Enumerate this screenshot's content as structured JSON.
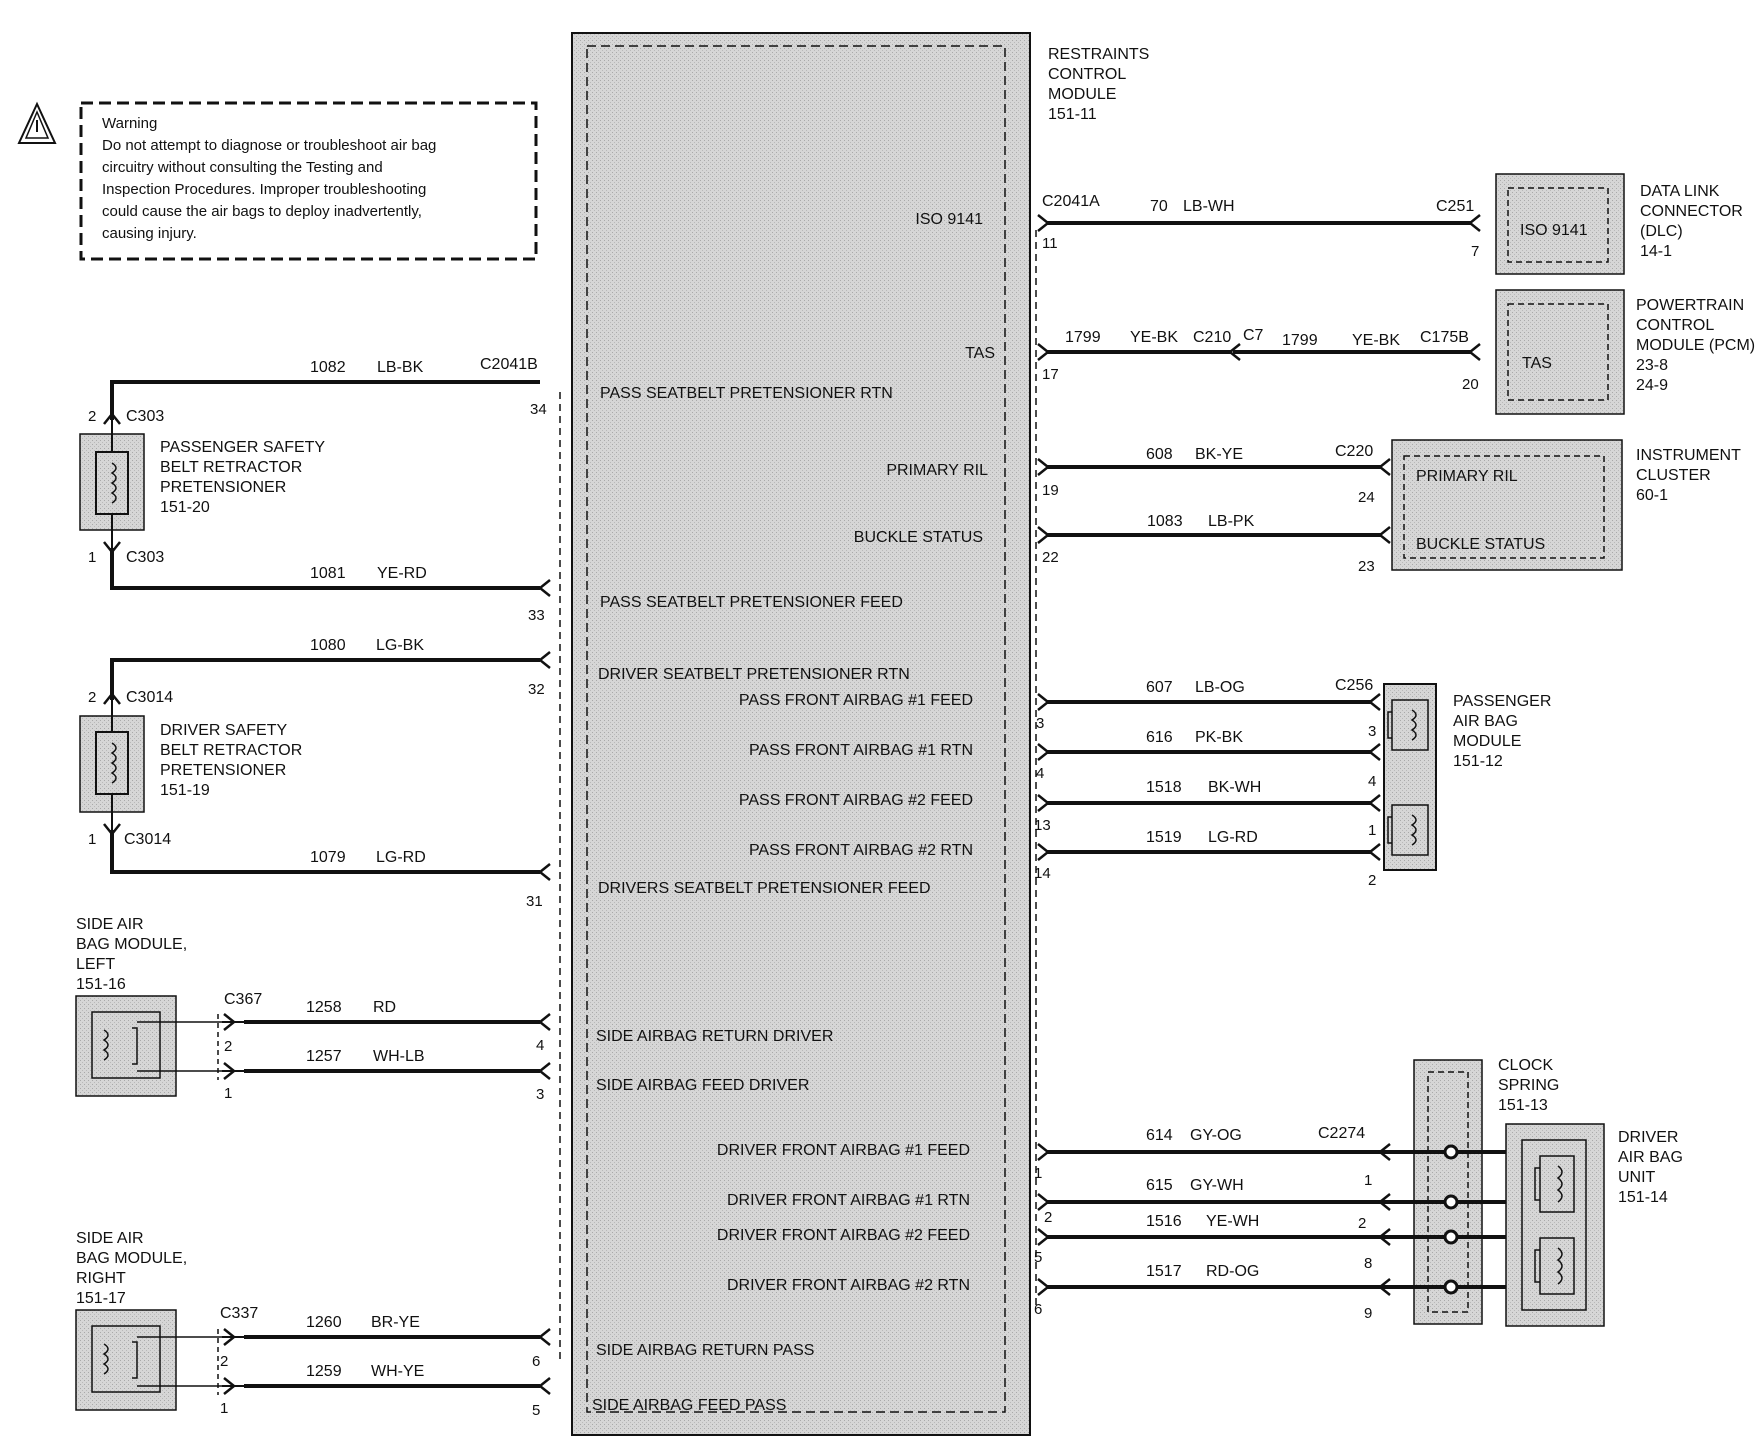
{
  "warning": {
    "title": "Warning",
    "lines": [
      "Do not attempt to diagnose or troubleshoot air bag",
      "circuitry without consulting the Testing and",
      "Inspection Procedures. Improper troubleshooting",
      "could cause the air bags to deploy inadvertently,",
      "causing injury."
    ]
  },
  "rcm": {
    "lines": [
      "RESTRAINTS",
      "CONTROL",
      "MODULE",
      "151-11"
    ]
  },
  "rcm_signals": {
    "iso": "ISO 9141",
    "tas": "TAS",
    "primary_ril": "PRIMARY RIL",
    "buckle_status": "BUCKLE STATUS",
    "pass_belt_rtn": "PASS SEATBELT PRETENSIONER RTN",
    "pass_belt_feed": "PASS SEATBELT PRETENSIONER FEED",
    "driver_belt_rtn": "DRIVER SEATBELT PRETENSIONER RTN",
    "pass_front_1_feed": "PASS FRONT AIRBAG #1 FEED",
    "pass_front_1_rtn": "PASS FRONT AIRBAG #1 RTN",
    "pass_front_2_feed": "PASS FRONT AIRBAG #2 FEED",
    "pass_front_2_rtn": "PASS FRONT AIRBAG #2 RTN",
    "drivers_belt_feed": "DRIVERS SEATBELT PRETENSIONER FEED",
    "side_return_driver": "SIDE AIRBAG RETURN DRIVER",
    "side_feed_driver": "SIDE AIRBAG FEED DRIVER",
    "driver_front_1_feed": "DRIVER FRONT AIRBAG #1 FEED",
    "driver_front_1_rtn": "DRIVER FRONT AIRBAG #1 RTN",
    "driver_front_2_feed": "DRIVER FRONT AIRBAG #2 FEED",
    "driver_front_2_rtn": "DRIVER FRONT AIRBAG #2 RTN",
    "side_return_pass": "SIDE AIRBAG RETURN PASS",
    "side_feed_pass": "SIDE AIRBAG FEED PASS"
  },
  "connectors": {
    "c2041a": "C2041A",
    "c2041b": "C2041B",
    "c251": "C251",
    "c210": "C210",
    "c7": "C7",
    "c175b": "C175B",
    "c220": "C220",
    "c256": "C256",
    "c2274": "C2274",
    "c303": "C303",
    "c3014": "C3014",
    "c367": "C367",
    "c337": "C337"
  },
  "pins": {
    "p1": "1",
    "p2": "2",
    "p3": "3",
    "p4": "4",
    "p5": "5",
    "p6": "6",
    "p7": "7",
    "p8": "8",
    "p9": "9",
    "p11": "11",
    "p13": "13",
    "p14": "14",
    "p17": "17",
    "p19": "19",
    "p20": "20",
    "p22": "22",
    "p23": "23",
    "p24": "24",
    "p31": "31",
    "p32": "32",
    "p33": "33",
    "p34": "34"
  },
  "wires": {
    "w70": {
      "circuit": "70",
      "color": "LB-WH"
    },
    "w1799": {
      "circuit": "1799",
      "color": "YE-BK"
    },
    "w608": {
      "circuit": "608",
      "color": "BK-YE"
    },
    "w1083": {
      "circuit": "1083",
      "color": "LB-PK"
    },
    "w1082": {
      "circuit": "1082",
      "color": "LB-BK"
    },
    "w1081": {
      "circuit": "1081",
      "color": "YE-RD"
    },
    "w1080": {
      "circuit": "1080",
      "color": "LG-BK"
    },
    "w1079": {
      "circuit": "1079",
      "color": "LG-RD"
    },
    "w607": {
      "circuit": "607",
      "color": "LB-OG"
    },
    "w616": {
      "circuit": "616",
      "color": "PK-BK"
    },
    "w1518": {
      "circuit": "1518",
      "color": "BK-WH"
    },
    "w1519": {
      "circuit": "1519",
      "color": "LG-RD"
    },
    "w1258": {
      "circuit": "1258",
      "color": "RD"
    },
    "w1257": {
      "circuit": "1257",
      "color": "WH-LB"
    },
    "w1260": {
      "circuit": "1260",
      "color": "BR-YE"
    },
    "w1259": {
      "circuit": "1259",
      "color": "WH-YE"
    },
    "w614": {
      "circuit": "614",
      "color": "GY-OG"
    },
    "w615": {
      "circuit": "615",
      "color": "GY-WH"
    },
    "w1516": {
      "circuit": "1516",
      "color": "YE-WH"
    },
    "w1517": {
      "circuit": "1517",
      "color": "RD-OG"
    }
  },
  "components": {
    "dlc": {
      "lines": [
        "DATA LINK",
        "CONNECTOR",
        "(DLC)",
        "14-1"
      ],
      "inner": "ISO 9141"
    },
    "pcm": {
      "lines": [
        "POWERTRAIN",
        "CONTROL",
        "MODULE (PCM)",
        "23-8",
        "24-9"
      ],
      "inner": "TAS"
    },
    "ic": {
      "lines": [
        "INSTRUMENT",
        "CLUSTER",
        "60-1"
      ],
      "inner_1": "PRIMARY RIL",
      "inner_2": "BUCKLE STATUS"
    },
    "pabm": {
      "lines": [
        "PASSENGER",
        "AIR BAG",
        "MODULE",
        "151-12"
      ]
    },
    "clock": {
      "lines": [
        "CLOCK",
        "SPRING",
        "151-13"
      ]
    },
    "dabu": {
      "lines": [
        "DRIVER",
        "AIR BAG",
        "UNIT",
        "151-14"
      ]
    },
    "pret_pass": {
      "lines": [
        "PASSENGER SAFETY",
        "BELT RETRACTOR",
        "PRETENSIONER",
        "151-20"
      ]
    },
    "pret_drv": {
      "lines": [
        "DRIVER SAFETY",
        "BELT RETRACTOR",
        "PRETENSIONER",
        "151-19"
      ]
    },
    "side_left": {
      "lines": [
        "SIDE AIR",
        "BAG MODULE,",
        "LEFT",
        "151-16"
      ]
    },
    "side_right": {
      "lines": [
        "SIDE AIR",
        "BAG MODULE,",
        "RIGHT",
        "151-17"
      ]
    }
  },
  "colors": {
    "ink": "#111111",
    "module_fill": "#d9d9d9",
    "paper": "#ffffff"
  },
  "icons": {
    "warning": "warning-triangle-icon",
    "resistor": "squib-coil-icon",
    "clockspring": "clockspring-contact-icon"
  }
}
